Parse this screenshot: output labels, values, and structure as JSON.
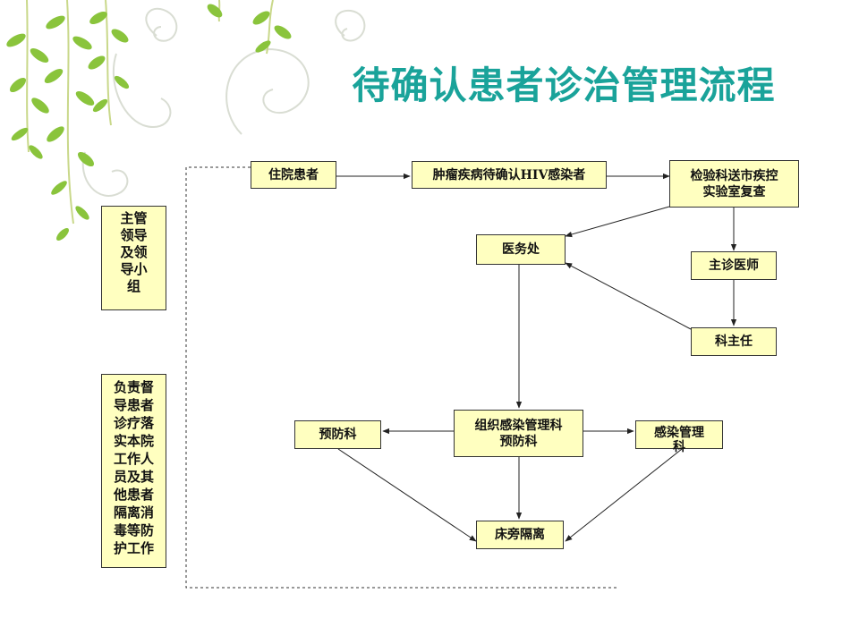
{
  "page": {
    "title": "待确认患者诊治管理流程"
  },
  "colors": {
    "title": "#1aa39a",
    "box_fill": "#ffffc0",
    "box_border": "#333333",
    "leaf": "#8ac43c",
    "vine": "#c9d88a",
    "swirl": "#d4d8cf"
  },
  "nodes": {
    "inpatient": "住院患者",
    "pending_hiv": "肿瘤疾病待确认HIV感染者",
    "lab_recheck": "检验科送市疾控\n实验室复查",
    "medical_affairs": "医务处",
    "attending_doctor": "主诊医师",
    "dept_director": "科主任",
    "infection_mgmt_group": "组织感染管理科\n预防科",
    "prevention_dept": "预防科",
    "infection_mgmt_dept": "感染管理\n科",
    "bedside_isolation": "床旁隔离",
    "leadership_group": "主管\n领导\n及领\n导小\n组",
    "responsibilities": "负责督\n导患者\n诊疗落\n实本院\n工作人\n员及其\n他患者\n隔离消\n毒等防\n护工作"
  }
}
